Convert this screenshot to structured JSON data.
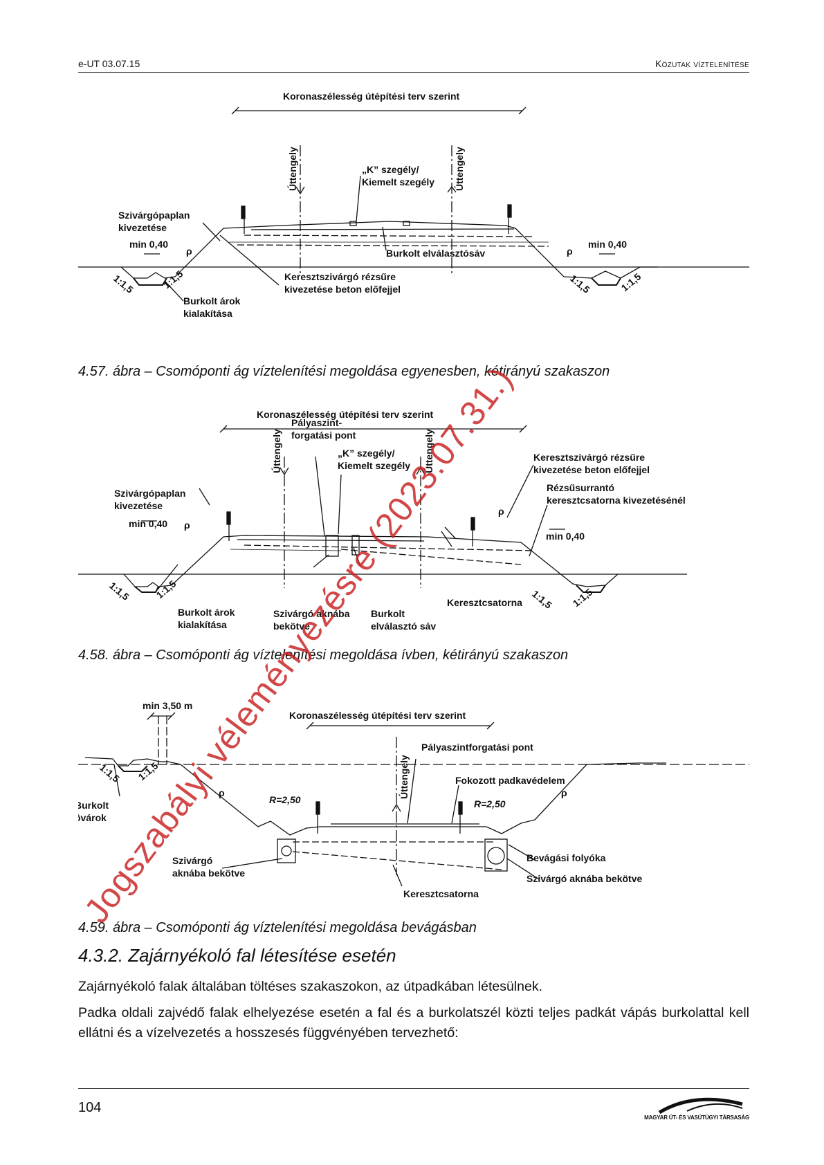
{
  "header": {
    "doc_code": "e-UT 03.07.15",
    "section": "Közutak víztelenítése"
  },
  "figures": [
    {
      "caption": "4.57. ábra – Csomóponti ág víztelenítési megoldása egyenesben, kétirányú szakaszon",
      "labels": {
        "width": "Koronaszélesség útépítési terv szerint",
        "axis_left": "Úttengely",
        "axis_right": "Úttengely",
        "curb_1": "„K” szegély/",
        "curb_2": "Kiemelt szegély",
        "drain_1": "Szivárgópaplan",
        "drain_2": "kivezetése",
        "min_left": "min 0,40",
        "min_right": "min 0,40",
        "rho_left": "ρ",
        "rho_right": "ρ",
        "sep": "Burkolt elválasztósáv",
        "cross_1": "Keresztszivárgó rézsűre",
        "cross_2": "kivezetése beton előfejjel",
        "ditch_1": "Burkolt árok",
        "ditch_2": "kialakítása",
        "slope": "1:1,5"
      }
    },
    {
      "caption": "4.58. ábra – Csomóponti ág víztelenítési megoldása ívben, kétirányú szakaszon",
      "labels": {
        "width": "Koronaszélesség útépítési terv szerint",
        "axis_left": "Úttengely",
        "axis_right": "Úttengely",
        "pivot_1": "Pályaszint-",
        "pivot_2": "forgatási pont",
        "curb_1": "„K” szegély/",
        "curb_2": "Kiemelt szegély",
        "drain_1": "Szivárgópaplan",
        "drain_2": "kivezetése",
        "min_left": "min 0,40",
        "min_right": "min 0,40",
        "rho_left": "ρ",
        "rho_right": "ρ",
        "cross_1": "Keresztszivárgó rézsűre",
        "cross_2": "kivezetése beton előfejjel",
        "chute_1": "Rézsűsurrantó",
        "chute_2": "keresztcsatorna  kivezetésénél",
        "channel": "Keresztcsatorna",
        "ditch_1": "Burkolt árok",
        "ditch_2": "kialakítása",
        "manhole_1": "Szivárgó aknába",
        "manhole_2": "bekötve",
        "sep_1": "Burkolt",
        "sep_2": "elválasztó sáv",
        "slope": "1:1,5"
      }
    },
    {
      "caption": "4.59. ábra – Csomóponti ág víztelenítési megoldása bevágásban",
      "labels": {
        "min350": "min 3,50 m",
        "width": "Koronaszélesség útépítési terv szerint",
        "axis": "Úttengely",
        "pivot": "Pályaszintforgatási pont",
        "shoulder": "Fokozott padkavédelem",
        "r_left": "R=2,50",
        "r_right": "R=2,50",
        "rho_left": "ρ",
        "rho_right": "ρ",
        "ditch_1": "Burkolt",
        "ditch_2": "övárok",
        "manhole_l1": "Szivárgó",
        "manhole_l2": "aknába bekötve",
        "gutter": "Bevágási folyóka",
        "manhole_r": "Szivárgó aknába bekötve",
        "channel": "Keresztcsatorna",
        "slope": "1:1,5"
      }
    }
  ],
  "section_heading": "4.3.2.  Zajárnyékoló fal létesítése esetén",
  "paragraphs": [
    "Zajárnyékoló falak általában töltéses szakaszokon, az útpadkában létesülnek.",
    "Padka oldali zajvédő falak elhelyezése esetén a fal és a burkolatszél közti teljes padkát vápás burkolattal kell ellátni és a vízelvezetés a hosszesés függvényében tervezhető:"
  ],
  "footer": {
    "page_number": "104",
    "publisher": "MAGYAR ÚT- ÉS VASÚTÜGYI TÁRSASÁG"
  },
  "watermark": "Jogszabályi véleményezésre (2023.07.31.)"
}
